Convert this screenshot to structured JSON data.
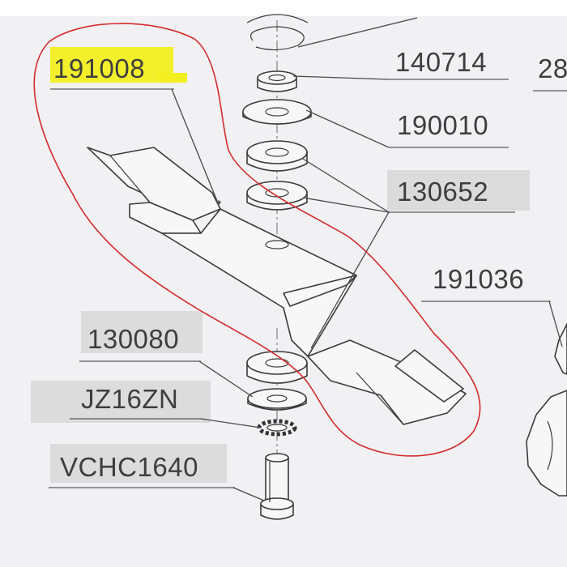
{
  "diagram": {
    "labels": {
      "l_191008": "191008",
      "l_140714": "140714",
      "l_28": "28",
      "l_190010": "190010",
      "l_130652": "130652",
      "l_191036": "191036",
      "l_130080": "130080",
      "l_JZ16ZN": "JZ16ZN",
      "l_VCHC1640": "VCHC1640"
    },
    "colors": {
      "highlight": "#f2ee20",
      "smudge": "#cfcfcf",
      "outline": "#d42a2a",
      "ink": "#3a3a3a"
    }
  }
}
